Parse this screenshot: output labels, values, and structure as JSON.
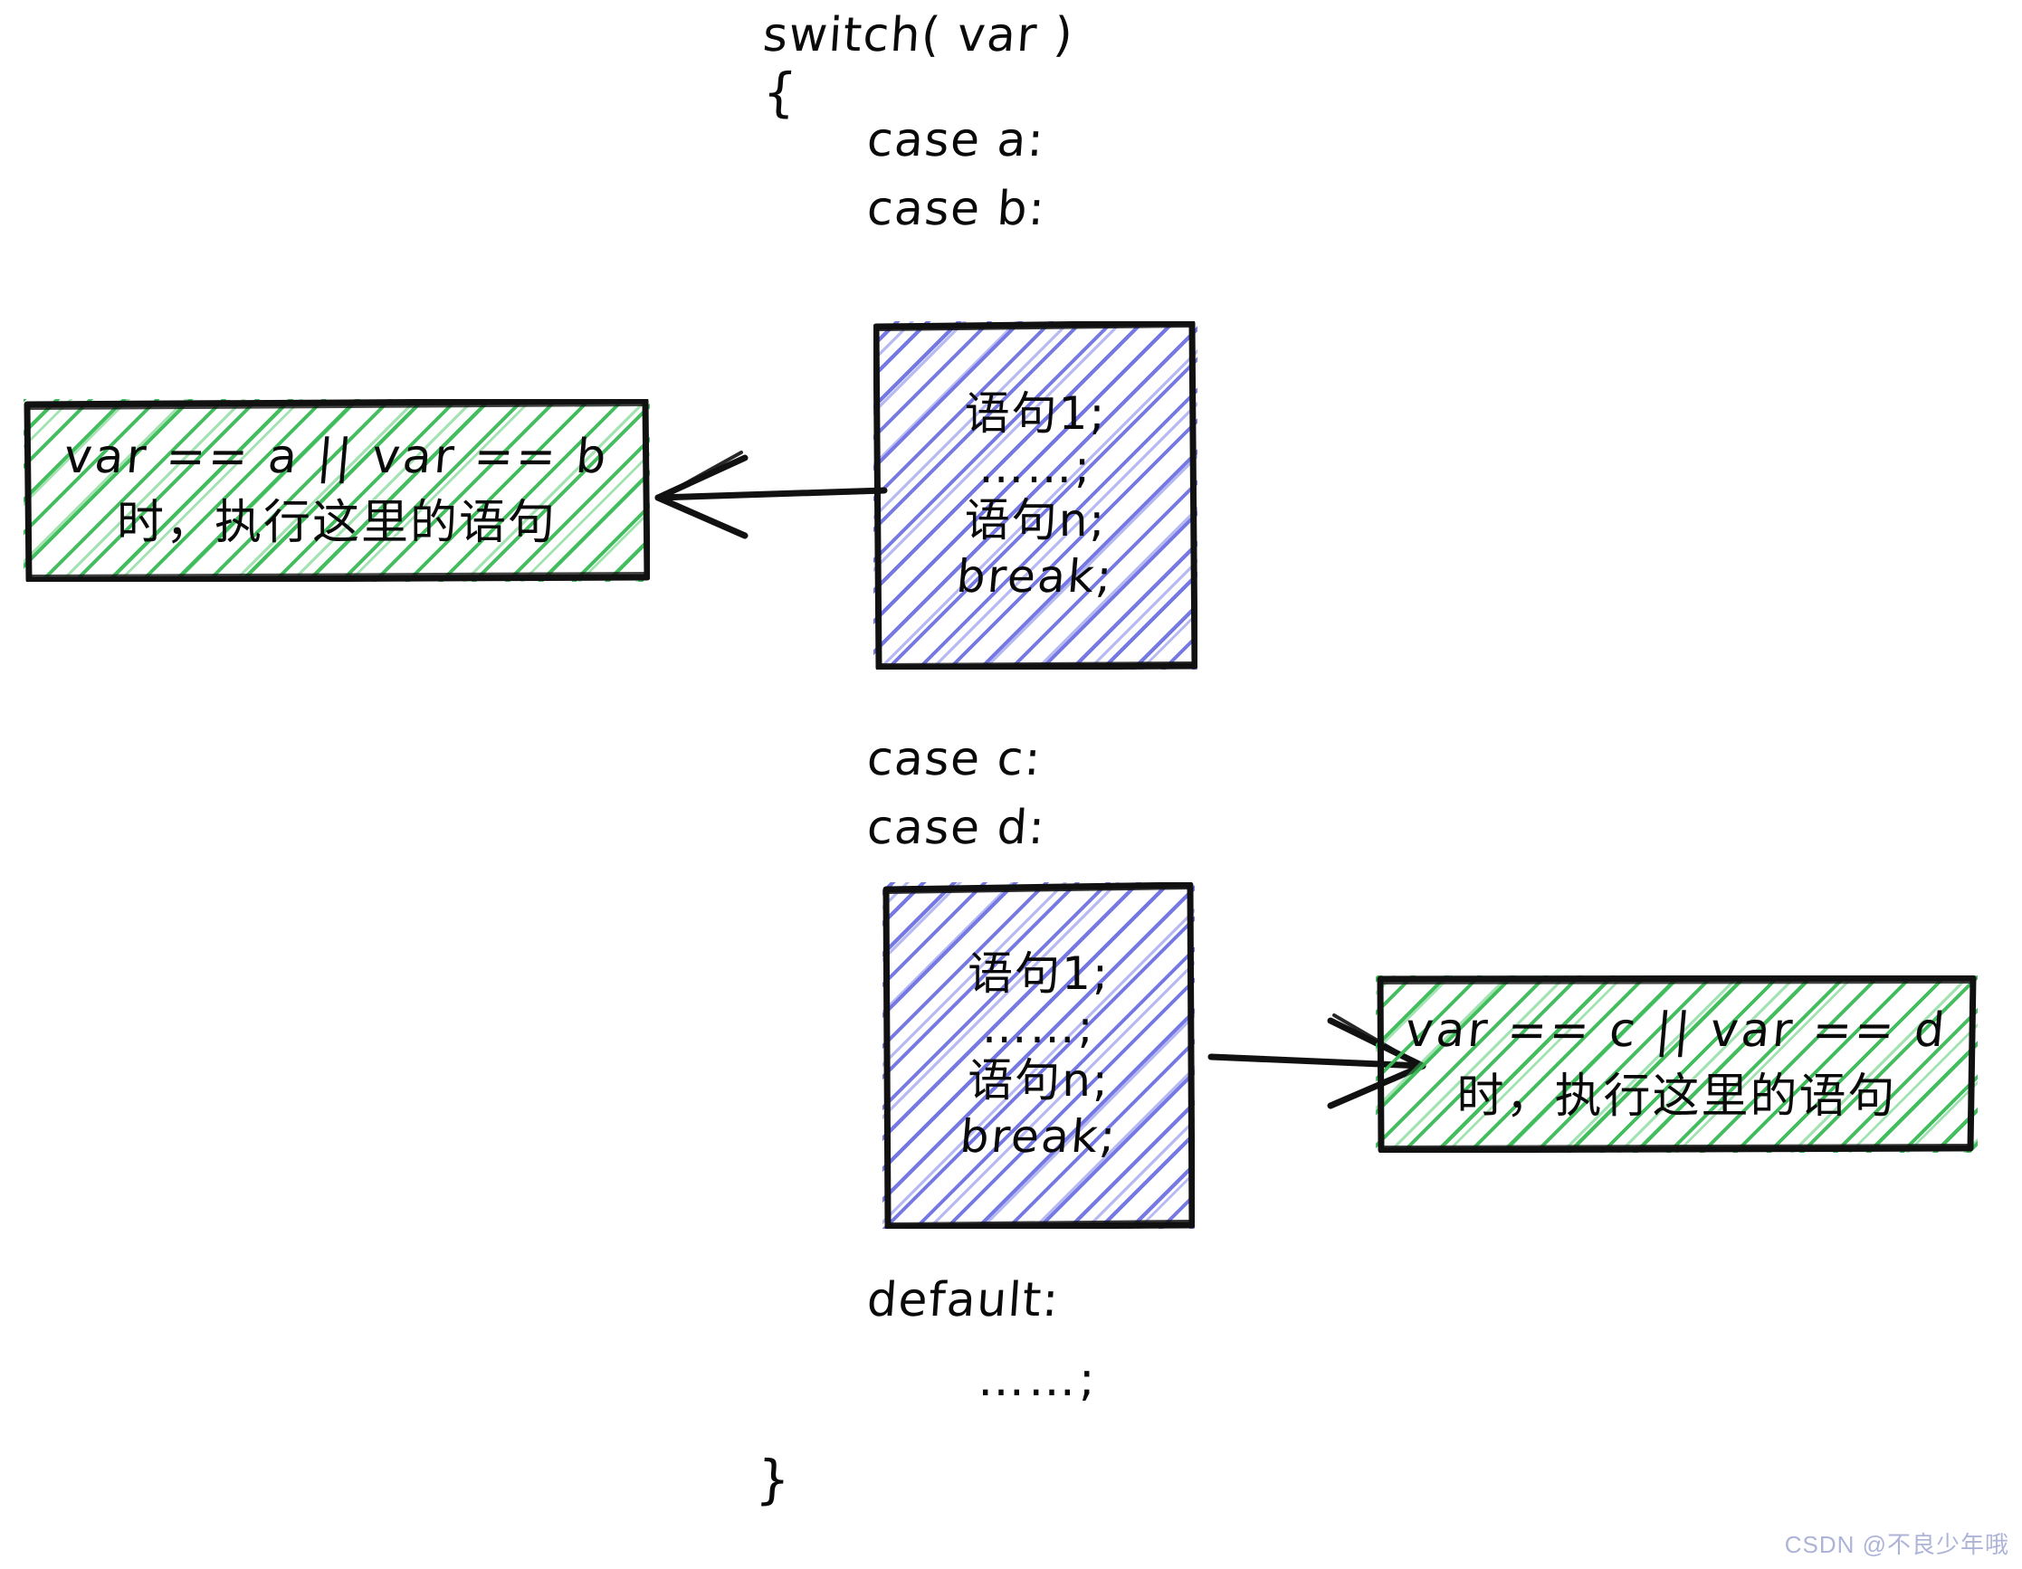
{
  "diagram": {
    "title_lines": {
      "switch_header": "switch( var )",
      "open_brace": "{",
      "close_brace": "}"
    },
    "case_labels": {
      "case_a": "case a:",
      "case_b": "case b:",
      "case_c": "case c:",
      "case_d": "case d:",
      "default": "default:",
      "default_body": "……;"
    },
    "statement_block_1": {
      "line1": "语句1;",
      "line2": "……;",
      "line3": "语句n;",
      "line4": "break;",
      "fill_color": "#6e72e2",
      "border_color": "#111111"
    },
    "statement_block_2": {
      "line1": "语句1;",
      "line2": "……;",
      "line3": "语句n;",
      "line4": "break;",
      "fill_color": "#6e72e2",
      "border_color": "#111111"
    },
    "annotation_1": {
      "line1": "var == a || var == b",
      "line2": "时，执行这里的语句",
      "fill_color": "#39ba56",
      "border_color": "#111111"
    },
    "annotation_2": {
      "line1": "var == c || var == d",
      "line2": "时，执行这里的语句",
      "fill_color": "#39ba56",
      "border_color": "#111111"
    },
    "arrows": {
      "arrow_left_label": "arrow-left",
      "arrow_right_label": "arrow-right"
    },
    "watermark": "CSDN @不良少年哦"
  }
}
